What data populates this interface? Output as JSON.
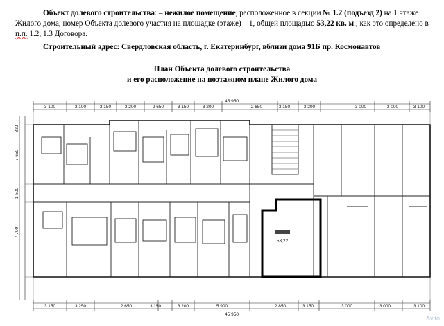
{
  "header": {
    "p1_label": "Объект долевого строительства",
    "p1_sep": ": – ",
    "p1_bold_type": "нежилое помещение",
    "p1_text1": ", расположенное в секции ",
    "p1_section": "№ 1.2 (подъезд 2)",
    "p1_text2": " на 1 этаже Жилого дома, номер Объекта долевого участия на площадке (этаже) – 1, общей площадью ",
    "p1_area": "53,22 кв. м",
    "p1_text3": "., как это определено в ",
    "p1_ref_pp": "п.п.",
    "p1_text4": " 1.2, 1.3 Договора.",
    "p2": "Строительный адрес: Свердловская область, г. Екатеринбург, вблизи дома 91Б пр. Космонавтов"
  },
  "plan": {
    "title_line1": "План Объекта долевого строительства",
    "title_line2": "и его расположение на поэтажном плане Жилого дома",
    "top_total": "45 950",
    "bottom_total": "45 950",
    "top_dims": [
      "3 100",
      "3 100",
      "3 150",
      "3 200",
      "2 650",
      "3 150",
      "3 200",
      "2 650",
      "3 150",
      "3 200",
      "3 000",
      "3 000",
      "3 100"
    ],
    "bottom_dims": [
      "3 150",
      "3 250",
      "2 650",
      "3 150",
      "3 200",
      "5 900",
      "2 850",
      "3 150",
      "3 000",
      "3 000",
      "3 100"
    ],
    "left_dims": [
      "320",
      "7 650",
      "1 500",
      "7 700"
    ],
    "unit_area_label": "53,22"
  },
  "watermark": "Avito"
}
